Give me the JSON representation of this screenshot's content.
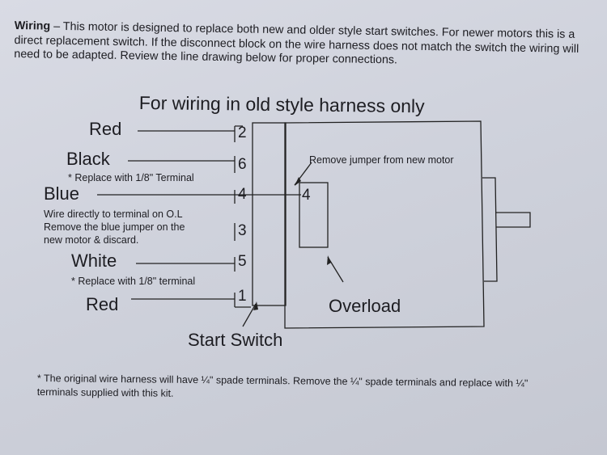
{
  "intro": {
    "heading": "Wiring",
    "dash": " – ",
    "text": "This motor is designed to replace both new and older style start switches.  For newer motors this is a direct replacement switch.  If the disconnect block on the wire harness does not match the switch the wiring will need to be adapted.  Review the line drawing below for proper connections."
  },
  "diagram": {
    "title": "For wiring in old style harness only",
    "wires": [
      {
        "color": "Red",
        "terminal": "2"
      },
      {
        "color": "Black",
        "terminal": "6",
        "note": "* Replace with 1/8\" Terminal"
      },
      {
        "color": "Blue",
        "terminal": "4",
        "note_lines": [
          "Wire directly to terminal on O.L",
          "Remove the blue jumper on the",
          "new motor & discard."
        ]
      },
      {
        "terminal": "3"
      },
      {
        "color": "White",
        "terminal": "5",
        "note": "* Replace with 1/8\" terminal"
      },
      {
        "color": "Red",
        "terminal": "1"
      }
    ],
    "overload_terminal": "4",
    "jumper_note": "Remove jumper from new motor",
    "overload_label": "Overload",
    "start_switch_label": "Start Switch"
  },
  "footer": {
    "text": "* The original wire harness will have ¼\" spade terminals.  Remove the ¼\" spade terminals and replace with ¼\" terminals supplied with this kit."
  }
}
